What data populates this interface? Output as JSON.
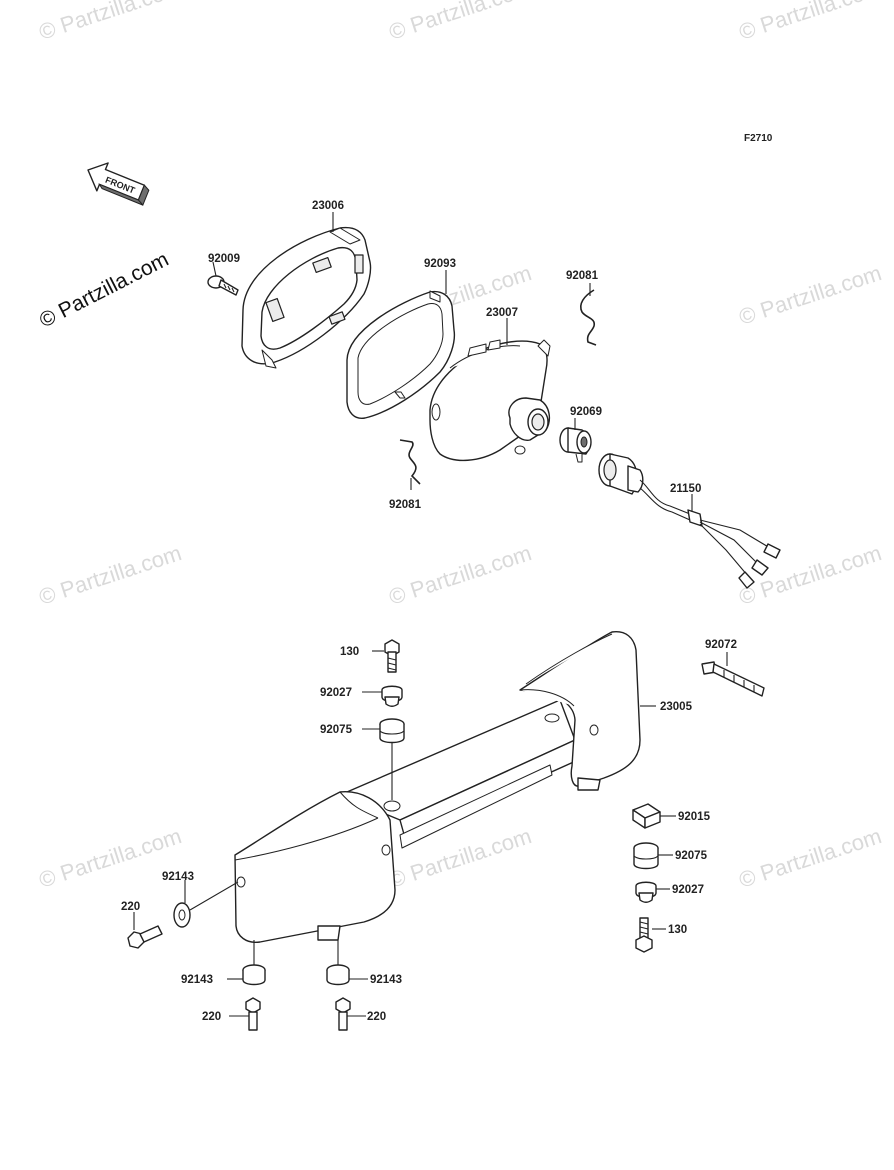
{
  "diagram": {
    "figure_ref": "F2710",
    "front_arrow_text": "FRONT",
    "watermark_text": "© Partzilla.com",
    "watermark_side": "© Partzilla.com",
    "colors": {
      "line": "#222222",
      "background": "#ffffff",
      "watermark": "#d9d9d9"
    },
    "labels": {
      "p23006": "23006",
      "p92009": "92009",
      "p92093": "92093",
      "p92081_top": "92081",
      "p23007": "23007",
      "p92069": "92069",
      "p92081_bottom": "92081",
      "p21150": "21150",
      "p130_top": "130",
      "p92027_top": "92027",
      "p92075_top": "92075",
      "p92072": "92072",
      "p23005": "23005",
      "p92015": "92015",
      "p92075_right": "92075",
      "p92027_right": "92027",
      "p130_right": "130",
      "p92143_left": "92143",
      "p220_left": "220",
      "p92143_bl": "92143",
      "p92143_bm": "92143",
      "p220_bl": "220",
      "p220_bm": "220"
    }
  }
}
